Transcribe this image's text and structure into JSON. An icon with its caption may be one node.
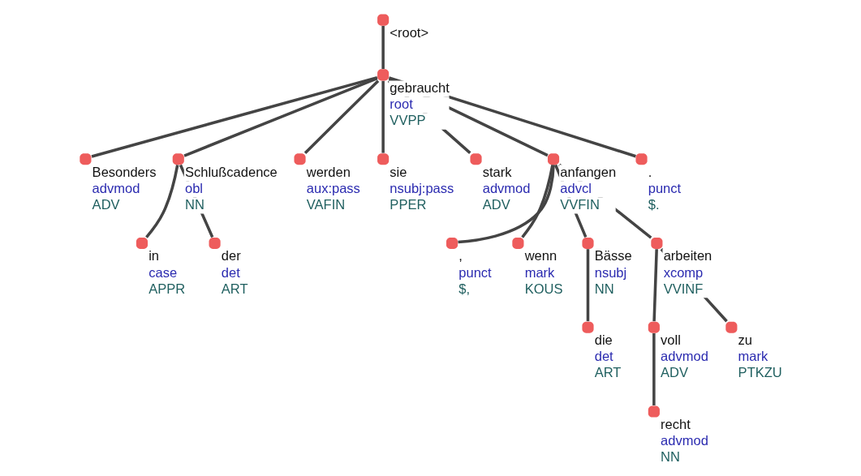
{
  "diagram": {
    "nodes": [
      {
        "text": [
          "<root>"
        ]
      },
      {
        "text": [
          "gebraucht",
          "root",
          "VVPP"
        ]
      },
      {
        "text": [
          "Besonders",
          "advmod",
          "ADV"
        ]
      },
      {
        "text": [
          "Schlußcadence",
          "obl",
          "NN"
        ]
      },
      {
        "text": [
          "werden",
          "aux:pass",
          "VAFIN"
        ]
      },
      {
        "text": [
          "sie",
          "nsubj:pass",
          "PPER"
        ]
      },
      {
        "text": [
          "stark",
          "advmod",
          "ADV"
        ]
      },
      {
        "text": [
          "anfangen",
          "advcl",
          "VVFIN"
        ]
      },
      {
        "text": [
          ".",
          "punct",
          "$."
        ]
      },
      {
        "text": [
          "in",
          "case",
          "APPR"
        ]
      },
      {
        "text": [
          "der",
          "det",
          "ART"
        ]
      },
      {
        "text": [
          ",",
          "punct",
          "$,"
        ]
      },
      {
        "text": [
          "wenn",
          "mark",
          "KOUS"
        ]
      },
      {
        "text": [
          "Bässe",
          "nsubj",
          "NN"
        ]
      },
      {
        "text": [
          "arbeiten",
          "xcomp",
          "VVINF"
        ]
      },
      {
        "text": [
          "die",
          "det",
          "ART"
        ]
      },
      {
        "text": [
          "voll",
          "advmod",
          "ADV"
        ]
      },
      {
        "text": [
          "zu",
          "mark",
          "PTKZU"
        ]
      },
      {
        "text": [
          "recht",
          "advmod",
          "NN"
        ]
      }
    ],
    "edges": [
      {
        "from": 0,
        "to": 1,
        "arrow": "none"
      },
      {
        "from": 1,
        "to": 2,
        "arrow": "none"
      },
      {
        "from": 1,
        "to": 3,
        "arrow": "none"
      },
      {
        "from": 1,
        "to": 4,
        "arrow": "none"
      },
      {
        "from": 1,
        "to": 5,
        "arrow": "none"
      },
      {
        "from": 1,
        "to": 6,
        "arrow": "none"
      },
      {
        "from": 1,
        "to": 7,
        "arrow": "none"
      },
      {
        "from": 1,
        "to": 8,
        "arrow": "none"
      },
      {
        "from": 3,
        "to": 9,
        "arrow": "none"
      },
      {
        "from": 3,
        "to": 10,
        "arrow": "none"
      },
      {
        "from": 7,
        "to": 11,
        "arrow": "none"
      },
      {
        "from": 7,
        "to": 12,
        "arrow": "none"
      },
      {
        "from": 7,
        "to": 13,
        "arrow": "none"
      },
      {
        "from": 7,
        "to": 14,
        "arrow": "none"
      },
      {
        "from": 13,
        "to": 15,
        "arrow": "none"
      },
      {
        "from": 14,
        "to": 16,
        "arrow": "none"
      },
      {
        "from": 14,
        "to": 17,
        "arrow": "none"
      },
      {
        "from": 16,
        "to": 18,
        "arrow": "none"
      }
    ]
  }
}
